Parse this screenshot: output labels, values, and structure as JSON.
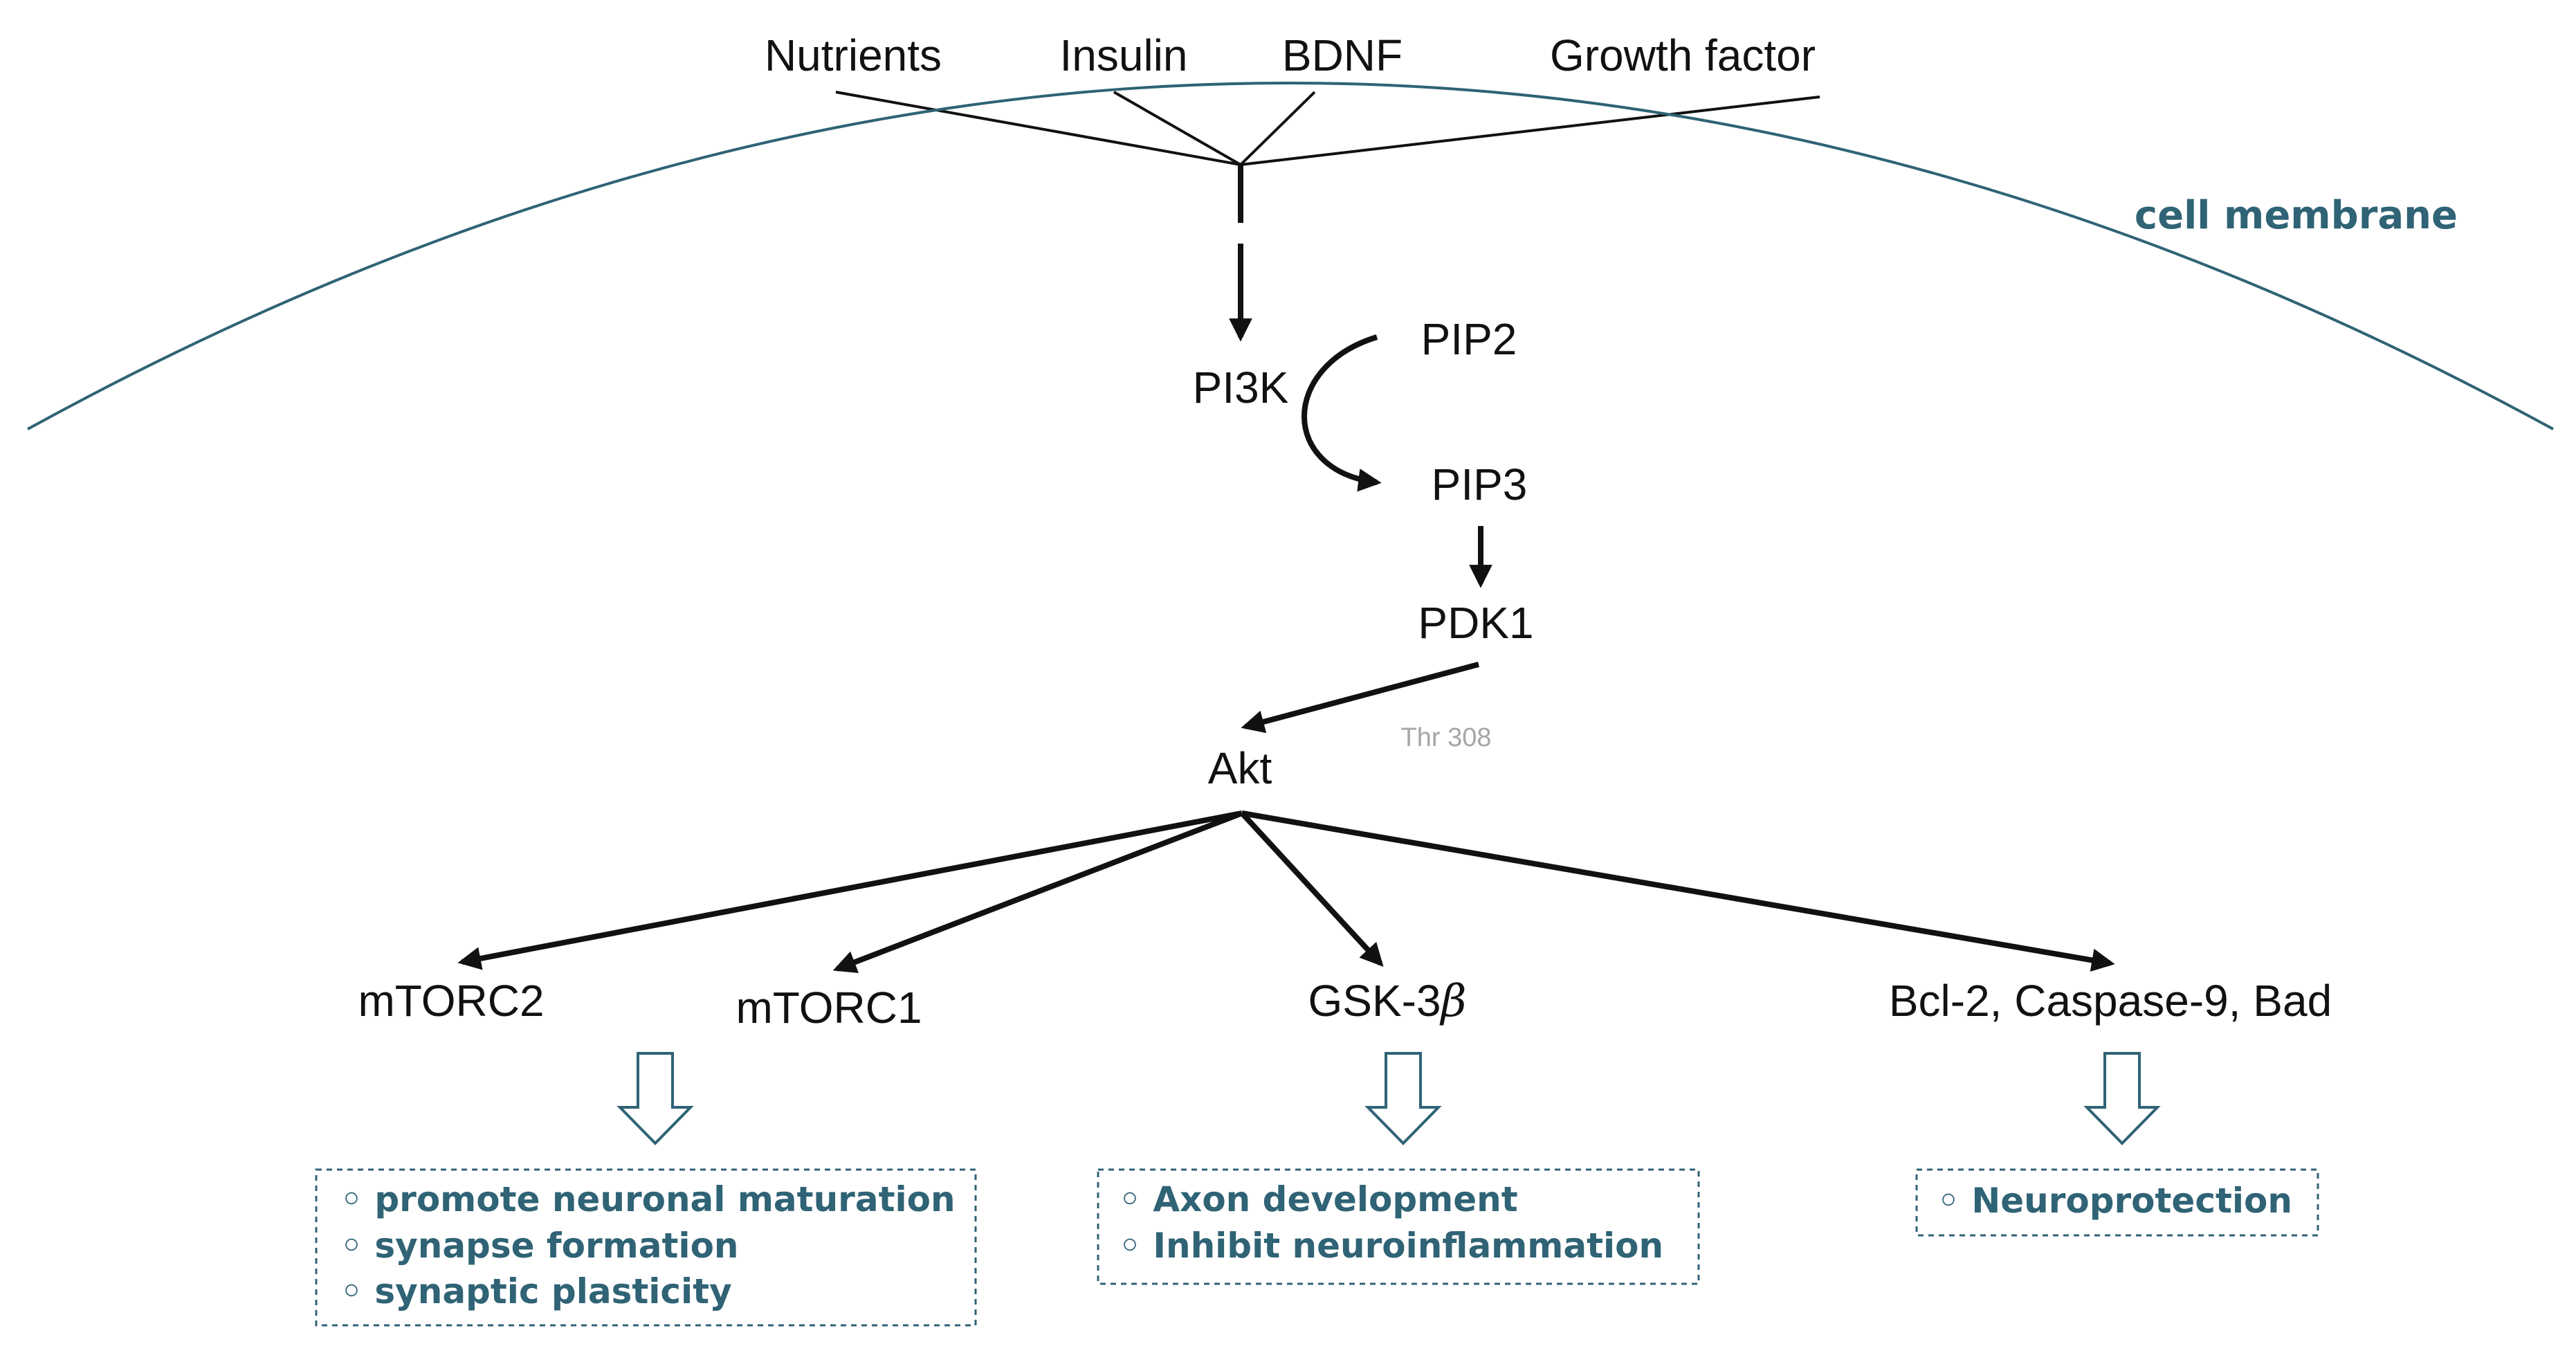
{
  "diagram": {
    "inputs": {
      "nutrients": "Nutrients",
      "insulin": "Insulin",
      "bdnf": "BDNF",
      "growth_factor": "Growth factor"
    },
    "membrane_label": "cell membrane",
    "nodes": {
      "pi3k": "PI3K",
      "pip2": "PIP2",
      "pip3": "PIP3",
      "pdk1": "PDK1",
      "akt": "Akt",
      "thr308": "Thr 308",
      "mtorc2": "mTORC2",
      "mtorc1": "mTORC1",
      "gsk3b_prefix": "GSK-3",
      "gsk3b_symbol": "β",
      "apoptosis": "Bcl-2, Caspase-9,  Bad"
    },
    "outcomes": {
      "mtor": [
        "◦ promote neuronal maturation",
        "◦ synapse formation",
        "◦ synaptic plasticity"
      ],
      "gsk": [
        "◦ Axon development",
        "◦ Inhibit neuroinflammation"
      ],
      "apoptosis": [
        "◦ Neuroprotection"
      ]
    },
    "colors": {
      "membrane": "#2f6375",
      "outcome_text": "#2f6375",
      "arrows": "#111111",
      "annotation": "#a6a6a6"
    }
  }
}
